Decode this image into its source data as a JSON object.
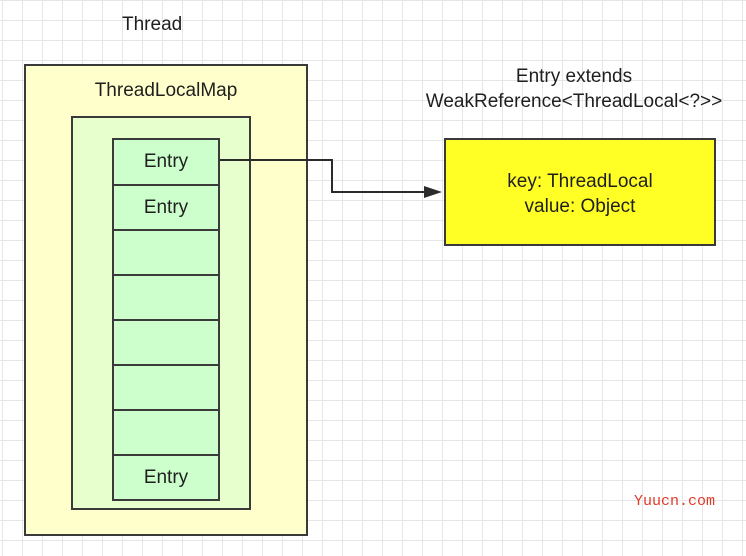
{
  "thread": {
    "title": "Thread",
    "map": {
      "title": "ThreadLocalMap",
      "entries": [
        "Entry",
        "Entry",
        "",
        "",
        "",
        "",
        "",
        "Entry"
      ]
    }
  },
  "entry_class": {
    "caption_line1": "Entry extends",
    "caption_line2": "WeakReference<ThreadLocal<?>>",
    "key_text": "key:  ThreadLocal",
    "value_text": "value:  Object"
  },
  "watermark": "Yuucn.com",
  "colors": {
    "thread_fill": "#ffffcc",
    "map_fill": "#e6ffcc",
    "entry_fill": "#ccffcc",
    "object_fill": "#ffff26",
    "watermark": "#e03a2a"
  }
}
